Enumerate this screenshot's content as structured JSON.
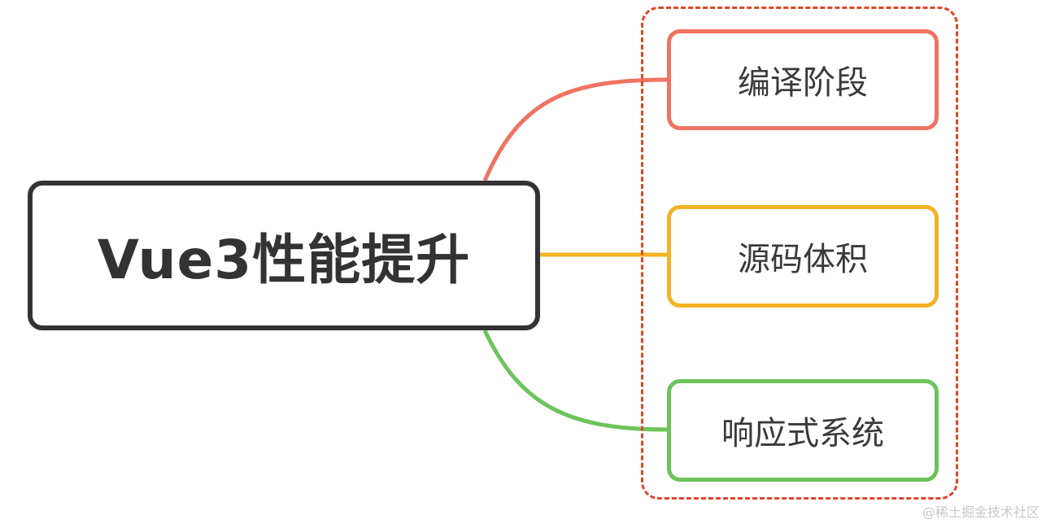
{
  "root": {
    "label": "Vue3性能提升",
    "border_color": "#333333"
  },
  "group": {
    "border_color": "#e2452a"
  },
  "children": [
    {
      "label": "编译阶段",
      "color": "#f07361"
    },
    {
      "label": "源码体积",
      "color": "#f3b324"
    },
    {
      "label": "响应式系统",
      "color": "#6cc45a"
    }
  ],
  "watermark": "@稀土掘金技术社区"
}
